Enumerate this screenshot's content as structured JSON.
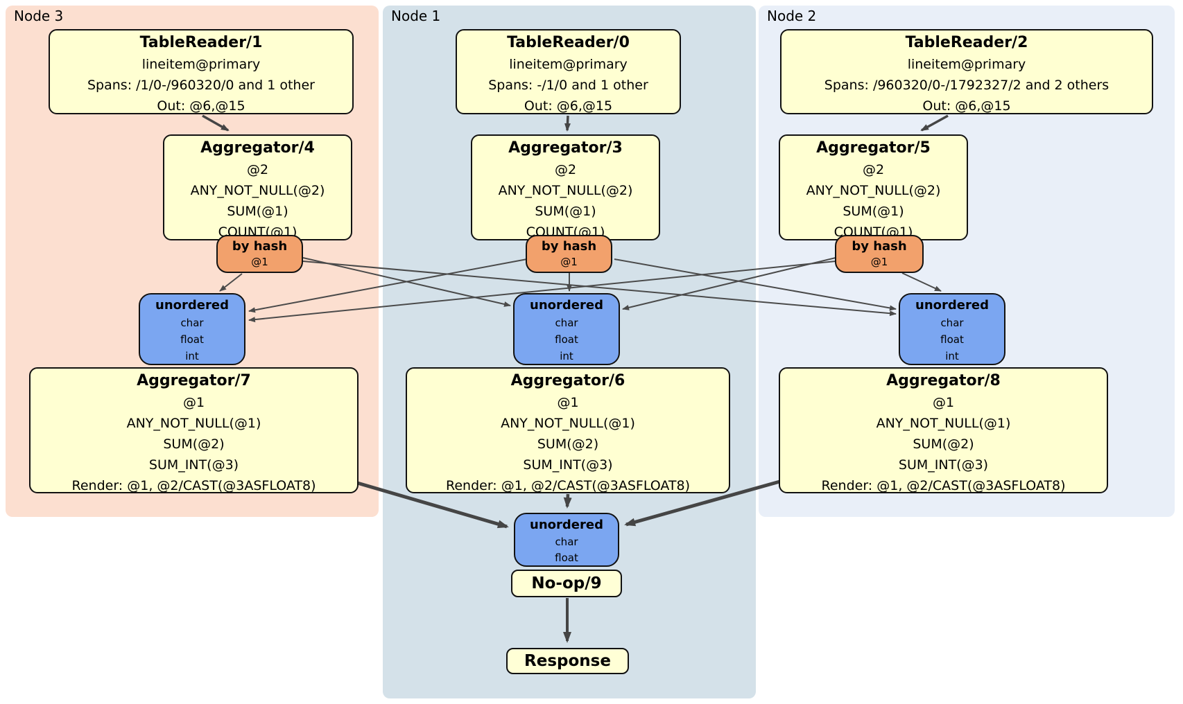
{
  "regions": [
    {
      "label": "Node 3"
    },
    {
      "label": "Node 1"
    },
    {
      "label": "Node 2"
    }
  ],
  "processors": {
    "tr1": {
      "title": "TableReader/1",
      "lines": [
        "lineitem@primary",
        "Spans: /1/0-/960320/0 and 1 other",
        "Out: @6,@15"
      ]
    },
    "tr0": {
      "title": "TableReader/0",
      "lines": [
        "lineitem@primary",
        "Spans: -/1/0 and 1 other",
        "Out: @6,@15"
      ]
    },
    "tr2": {
      "title": "TableReader/2",
      "lines": [
        "lineitem@primary",
        "Spans: /960320/0-/1792327/2 and 2 others",
        "Out: @6,@15"
      ]
    },
    "agg4": {
      "title": "Aggregator/4",
      "lines": [
        "@2",
        "ANY_NOT_NULL(@2)",
        "SUM(@1)",
        "COUNT(@1)"
      ]
    },
    "agg3": {
      "title": "Aggregator/3",
      "lines": [
        "@2",
        "ANY_NOT_NULL(@2)",
        "SUM(@1)",
        "COUNT(@1)"
      ]
    },
    "agg5": {
      "title": "Aggregator/5",
      "lines": [
        "@2",
        "ANY_NOT_NULL(@2)",
        "SUM(@1)",
        "COUNT(@1)"
      ]
    },
    "agg7": {
      "title": "Aggregator/7",
      "lines": [
        "@1",
        "ANY_NOT_NULL(@1)",
        "SUM(@2)",
        "SUM_INT(@3)",
        "Render: @1, @2/CAST(@3ASFLOAT8)"
      ]
    },
    "agg6": {
      "title": "Aggregator/6",
      "lines": [
        "@1",
        "ANY_NOT_NULL(@1)",
        "SUM(@2)",
        "SUM_INT(@3)",
        "Render: @1, @2/CAST(@3ASFLOAT8)"
      ]
    },
    "agg8": {
      "title": "Aggregator/8",
      "lines": [
        "@1",
        "ANY_NOT_NULL(@1)",
        "SUM(@2)",
        "SUM_INT(@3)",
        "Render: @1, @2/CAST(@3ASFLOAT8)"
      ]
    },
    "noop": {
      "title": "No-op/9"
    },
    "response": {
      "title": "Response"
    }
  },
  "router": {
    "title": "by hash",
    "detail": "@1"
  },
  "sync": {
    "title": "unordered",
    "columns": [
      "char",
      "float",
      "int"
    ]
  },
  "final_sync": {
    "title": "unordered",
    "columns": [
      "char",
      "float"
    ]
  },
  "colors": {
    "node3_bg": "#fcdfd0",
    "node1_bg": "#d4e1e9",
    "node2_bg": "#e9eff8",
    "processor_fill": "#ffffd2",
    "router_fill": "#f2a16c",
    "sync_fill": "#7ba6f1",
    "edge": "#454545"
  }
}
